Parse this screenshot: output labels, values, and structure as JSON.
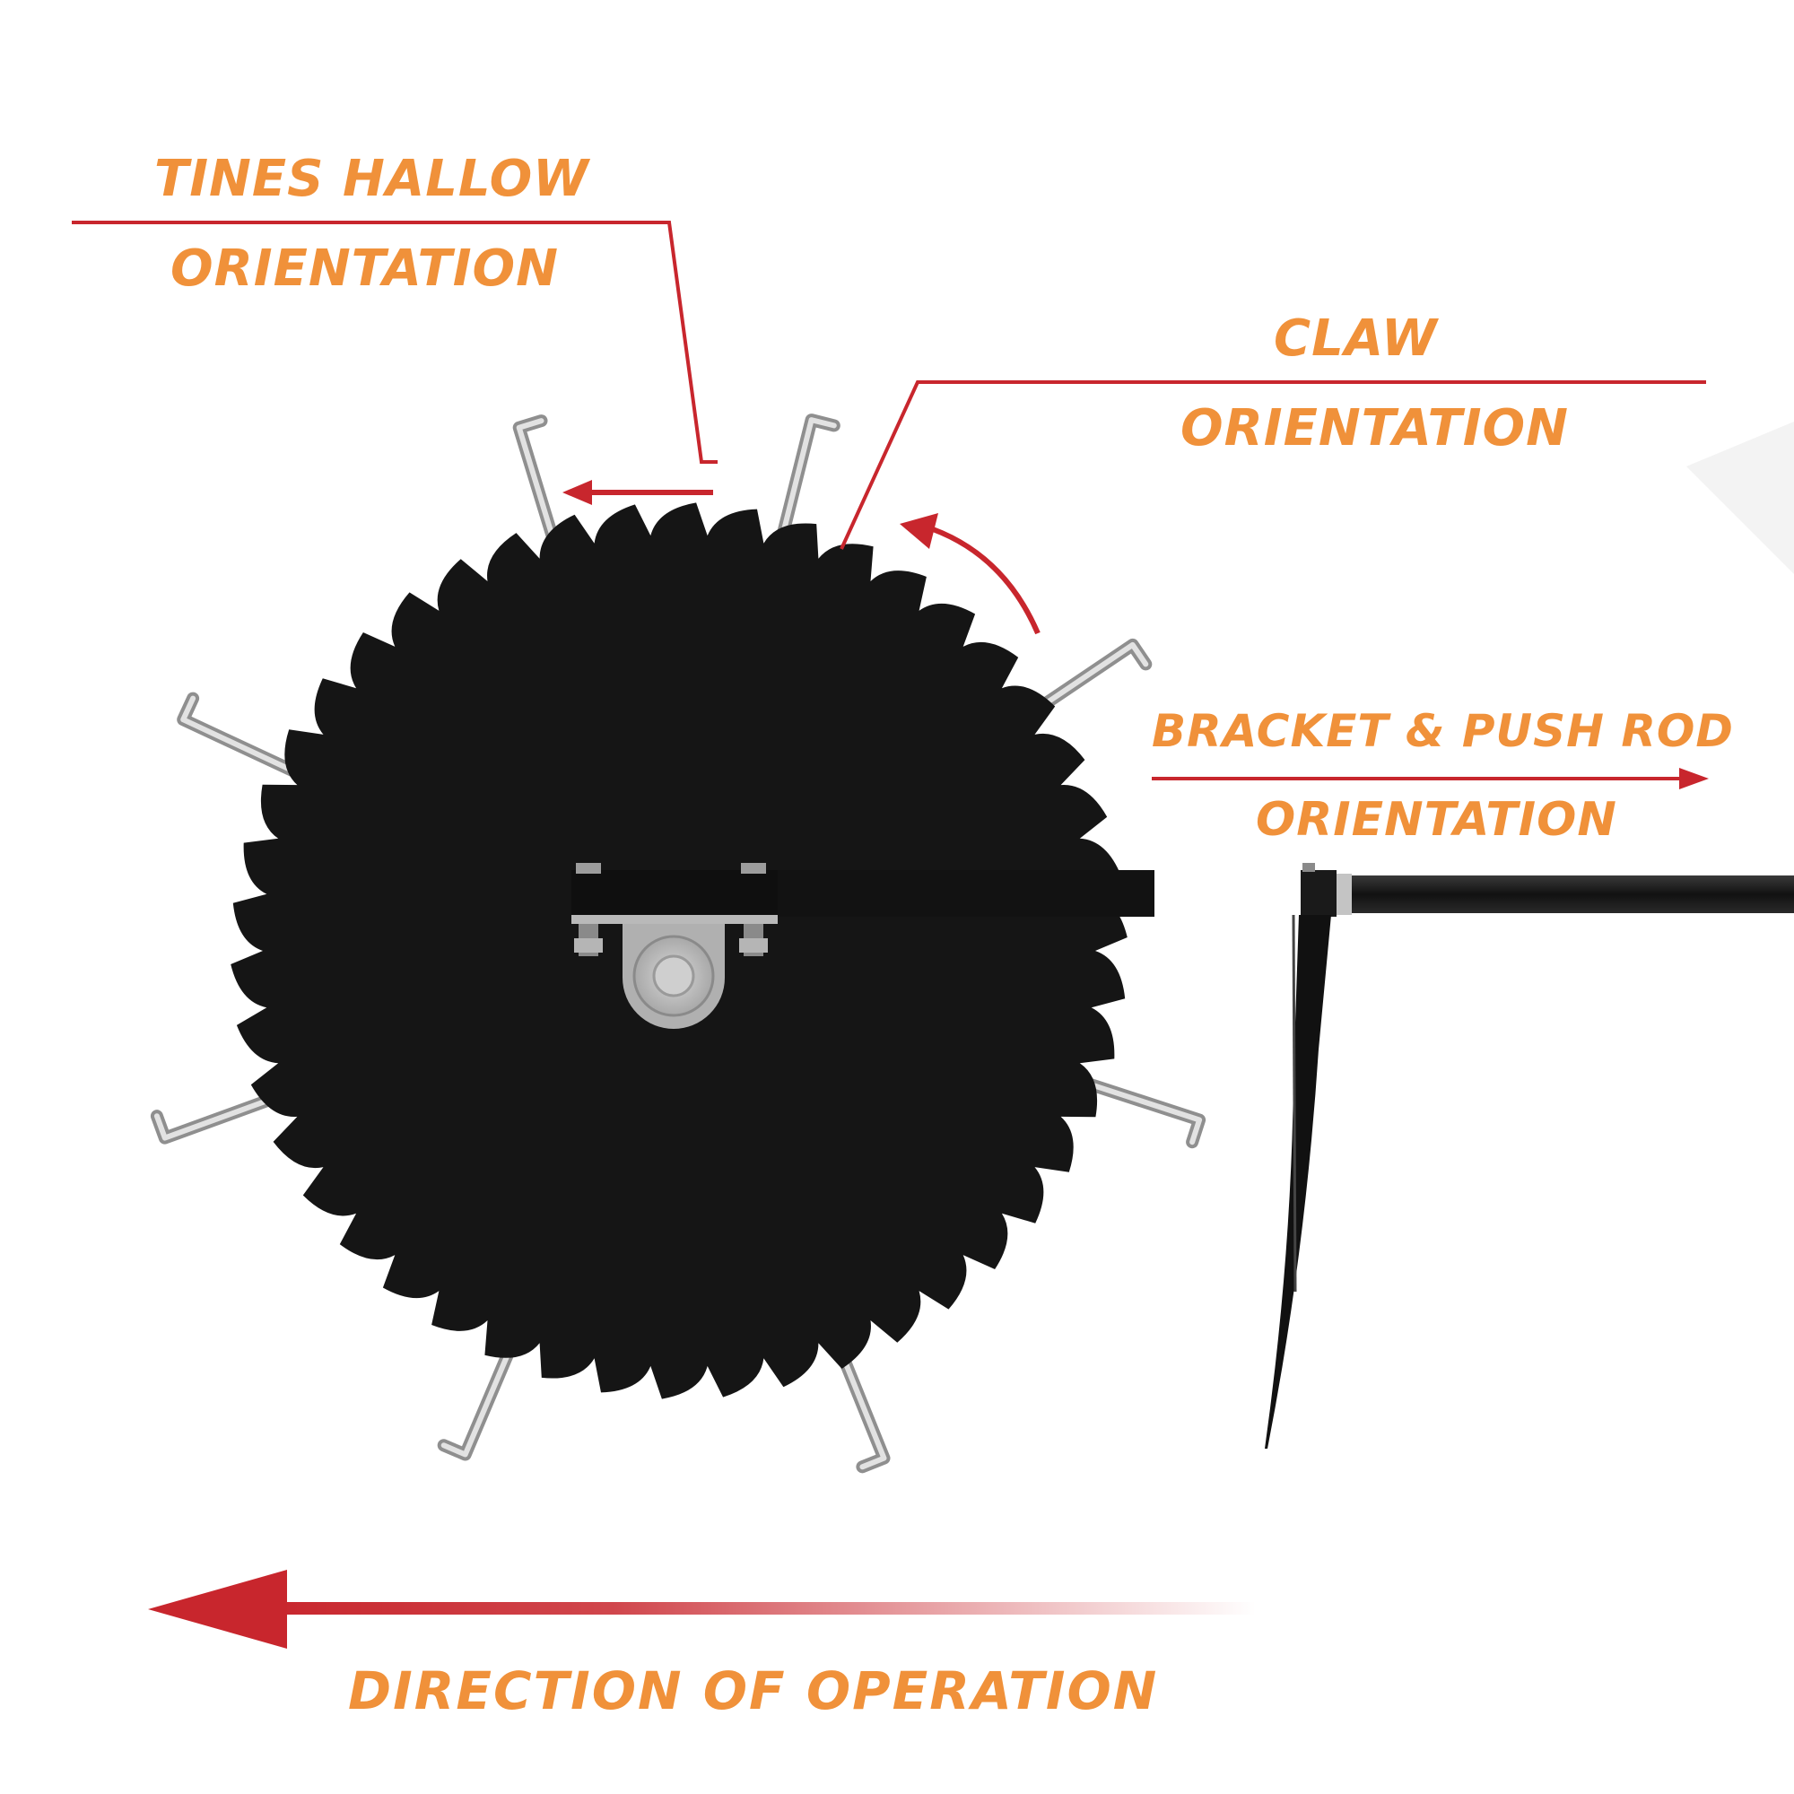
{
  "colors": {
    "label_orange": "#f0913a",
    "leader_red": "#c8262d",
    "blade_black": "#151515",
    "tine_gray": "#9a9a9a",
    "background": "#ffffff"
  },
  "labels": {
    "tines_hallow_line1": "TINES HALLOW",
    "tines_hallow_line2": "ORIENTATION",
    "claw_line1": "CLAW",
    "claw_line2": "ORIENTATION",
    "bracket_line1": "BRACKET & PUSH ROD",
    "bracket_line2": "ORIENTATION",
    "direction": "DIRECTION OF OPERATION"
  },
  "icons": {
    "blade": "serrated-disc-blade-icon",
    "direction_arrow": "left-arrow-icon",
    "rotation_arrow": "curved-arrow-icon"
  }
}
